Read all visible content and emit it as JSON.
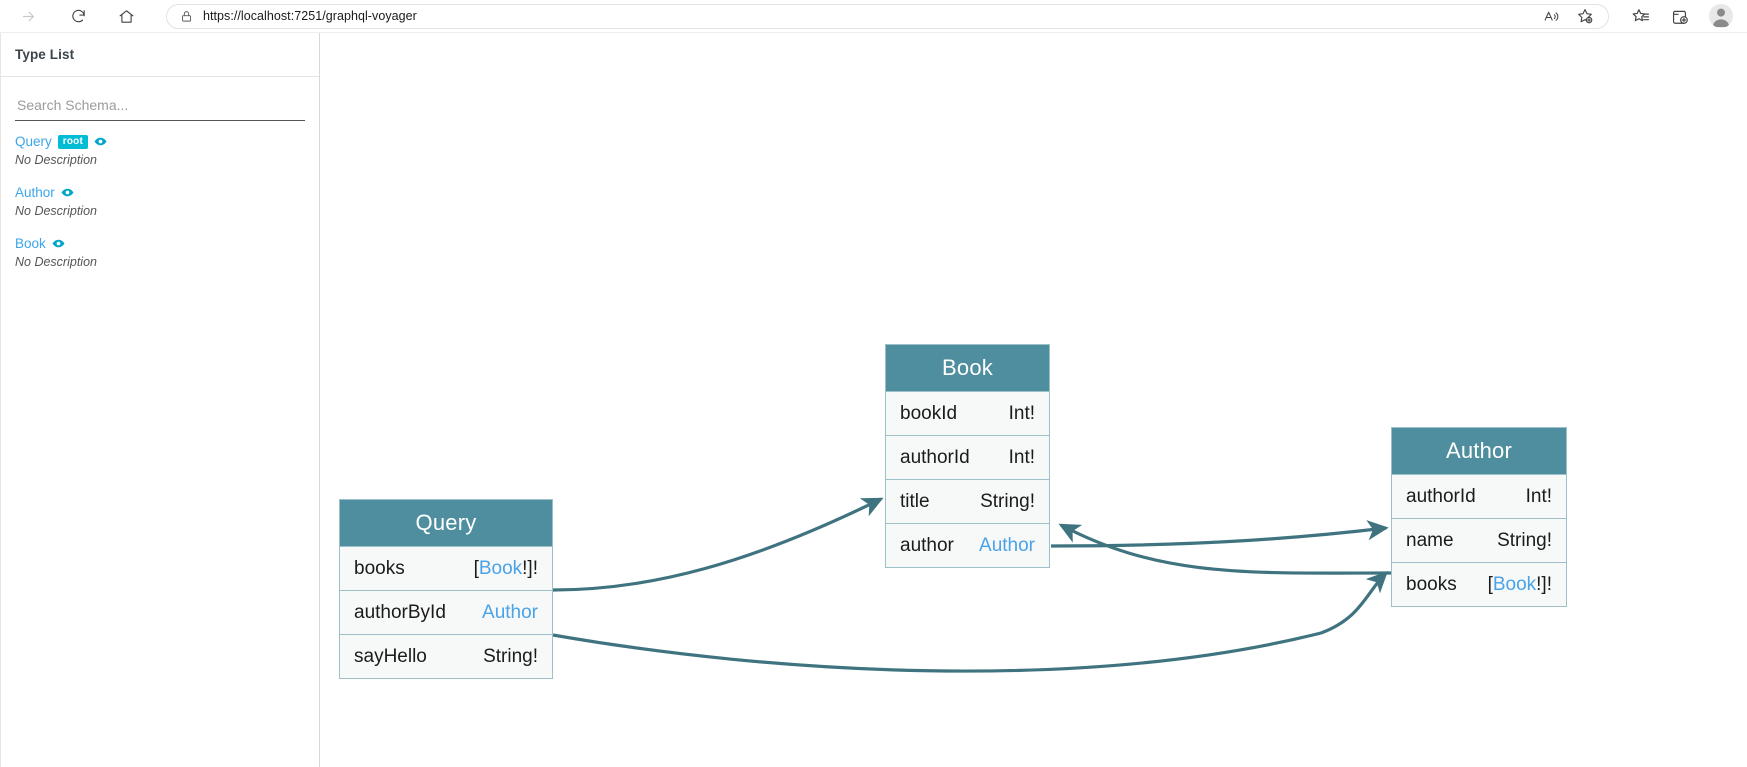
{
  "browser": {
    "url": "https://localhost:7251/graphql-voyager",
    "forward_icon": "forward-arrow-icon",
    "reload_icon": "reload-icon",
    "home_icon": "home-icon",
    "lock_icon": "lock-icon",
    "read_aloud_icon": "read-aloud-icon",
    "add_favorite_icon": "add-favorite-icon",
    "favorites_icon": "favorites-list-icon",
    "collections_icon": "collections-icon",
    "profile_icon": "profile-avatar-icon"
  },
  "sidebar": {
    "title": "Type List",
    "search": {
      "placeholder": "Search Schema...",
      "value": ""
    },
    "types": [
      {
        "name": "Query",
        "badge": "root",
        "description": "No Description",
        "eye": "eye-icon"
      },
      {
        "name": "Author",
        "badge": "",
        "description": "No Description",
        "eye": "eye-icon"
      },
      {
        "name": "Book",
        "badge": "",
        "description": "No Description",
        "eye": "eye-icon"
      }
    ]
  },
  "graph": {
    "nodes": [
      {
        "id": "query",
        "title": "Query",
        "fields": [
          {
            "name": "books",
            "type_prefix": "[",
            "type_ref": "Book",
            "type_suffix": "!]!",
            "plain": ""
          },
          {
            "name": "authorById",
            "type_prefix": "",
            "type_ref": "Author",
            "type_suffix": "",
            "plain": ""
          },
          {
            "name": "sayHello",
            "type_prefix": "",
            "type_ref": "",
            "type_suffix": "",
            "plain": "String!"
          }
        ]
      },
      {
        "id": "book",
        "title": "Book",
        "fields": [
          {
            "name": "bookId",
            "type_prefix": "",
            "type_ref": "",
            "type_suffix": "",
            "plain": "Int!"
          },
          {
            "name": "authorId",
            "type_prefix": "",
            "type_ref": "",
            "type_suffix": "",
            "plain": "Int!"
          },
          {
            "name": "title",
            "type_prefix": "",
            "type_ref": "",
            "type_suffix": "",
            "plain": "String!"
          },
          {
            "name": "author",
            "type_prefix": "",
            "type_ref": "Author",
            "type_suffix": "",
            "plain": ""
          }
        ]
      },
      {
        "id": "author",
        "title": "Author",
        "fields": [
          {
            "name": "authorId",
            "type_prefix": "",
            "type_ref": "",
            "type_suffix": "",
            "plain": "Int!"
          },
          {
            "name": "name",
            "type_prefix": "",
            "type_ref": "",
            "type_suffix": "",
            "plain": "String!"
          },
          {
            "name": "books",
            "type_prefix": "[",
            "type_ref": "Book",
            "type_suffix": "!]!",
            "plain": ""
          }
        ]
      }
    ],
    "edges": [
      {
        "from": "Query.books",
        "to": "Book"
      },
      {
        "from": "Book.author",
        "to": "Author"
      },
      {
        "from": "Query.authorById",
        "to": "Author"
      },
      {
        "from": "Author.books",
        "to": "Book"
      }
    ]
  },
  "colors": {
    "node_header": "#4f8e9e",
    "node_border": "#9dc0c9",
    "node_body": "#f7f8f8",
    "edge": "#3f7380",
    "type_link": "#4aa3e8",
    "root_badge": "#00bcd4",
    "eye": "#00a6c7"
  }
}
